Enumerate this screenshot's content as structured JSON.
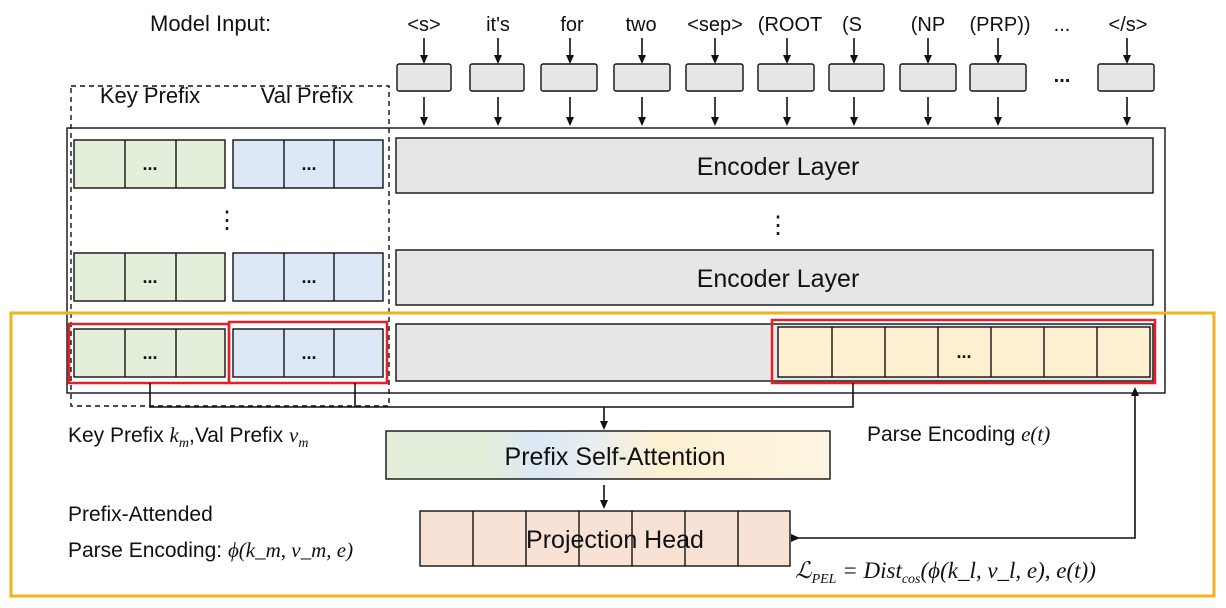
{
  "model_input": {
    "label": "Model Input:",
    "tokens": [
      "<s>",
      "it's",
      "for",
      "two",
      "<sep>",
      "(ROOT",
      "(S",
      "(NP",
      "(PRP))",
      "...",
      "</s>"
    ]
  },
  "prefix_headers": {
    "key": "Key Prefix",
    "val": "Val Prefix"
  },
  "ellipsis": "...",
  "vertical_ellipsis": "⋮",
  "encoder_layer_label": "Encoder Layer",
  "prefix_self_attention_label": "Prefix Self-Attention",
  "projection_head_label": "Projection Head",
  "key_val_prefix_caption": {
    "key_text": "Key Prefix ",
    "key_var": "k",
    "key_sub": "m",
    "sep": ",Val Prefix ",
    "val_var": "v",
    "val_sub": "m"
  },
  "parse_encoding_caption": {
    "text": "Parse Encoding ",
    "math": "e(t)"
  },
  "prefix_attended": {
    "line1": "Prefix-Attended",
    "line2": "Parse Encoding: ",
    "math": "ϕ(k_m, v_m, e)"
  },
  "loss_formula": {
    "L": "ℒ",
    "L_sub": "PEL",
    "rhs": " = Dist",
    "rhs_sub": "cos",
    "args": "(ϕ(k_l, v_l, e), e(t))"
  },
  "colors": {
    "green_fill": "#e3efda",
    "blue_fill": "#dce8f5",
    "gray_fill": "#e6e6e6",
    "yellow_fill": "#fdf0d0",
    "pink_fill": "#f8e2d6",
    "highlight_red": "#e3202a",
    "focus_orange": "#f2b21c"
  }
}
